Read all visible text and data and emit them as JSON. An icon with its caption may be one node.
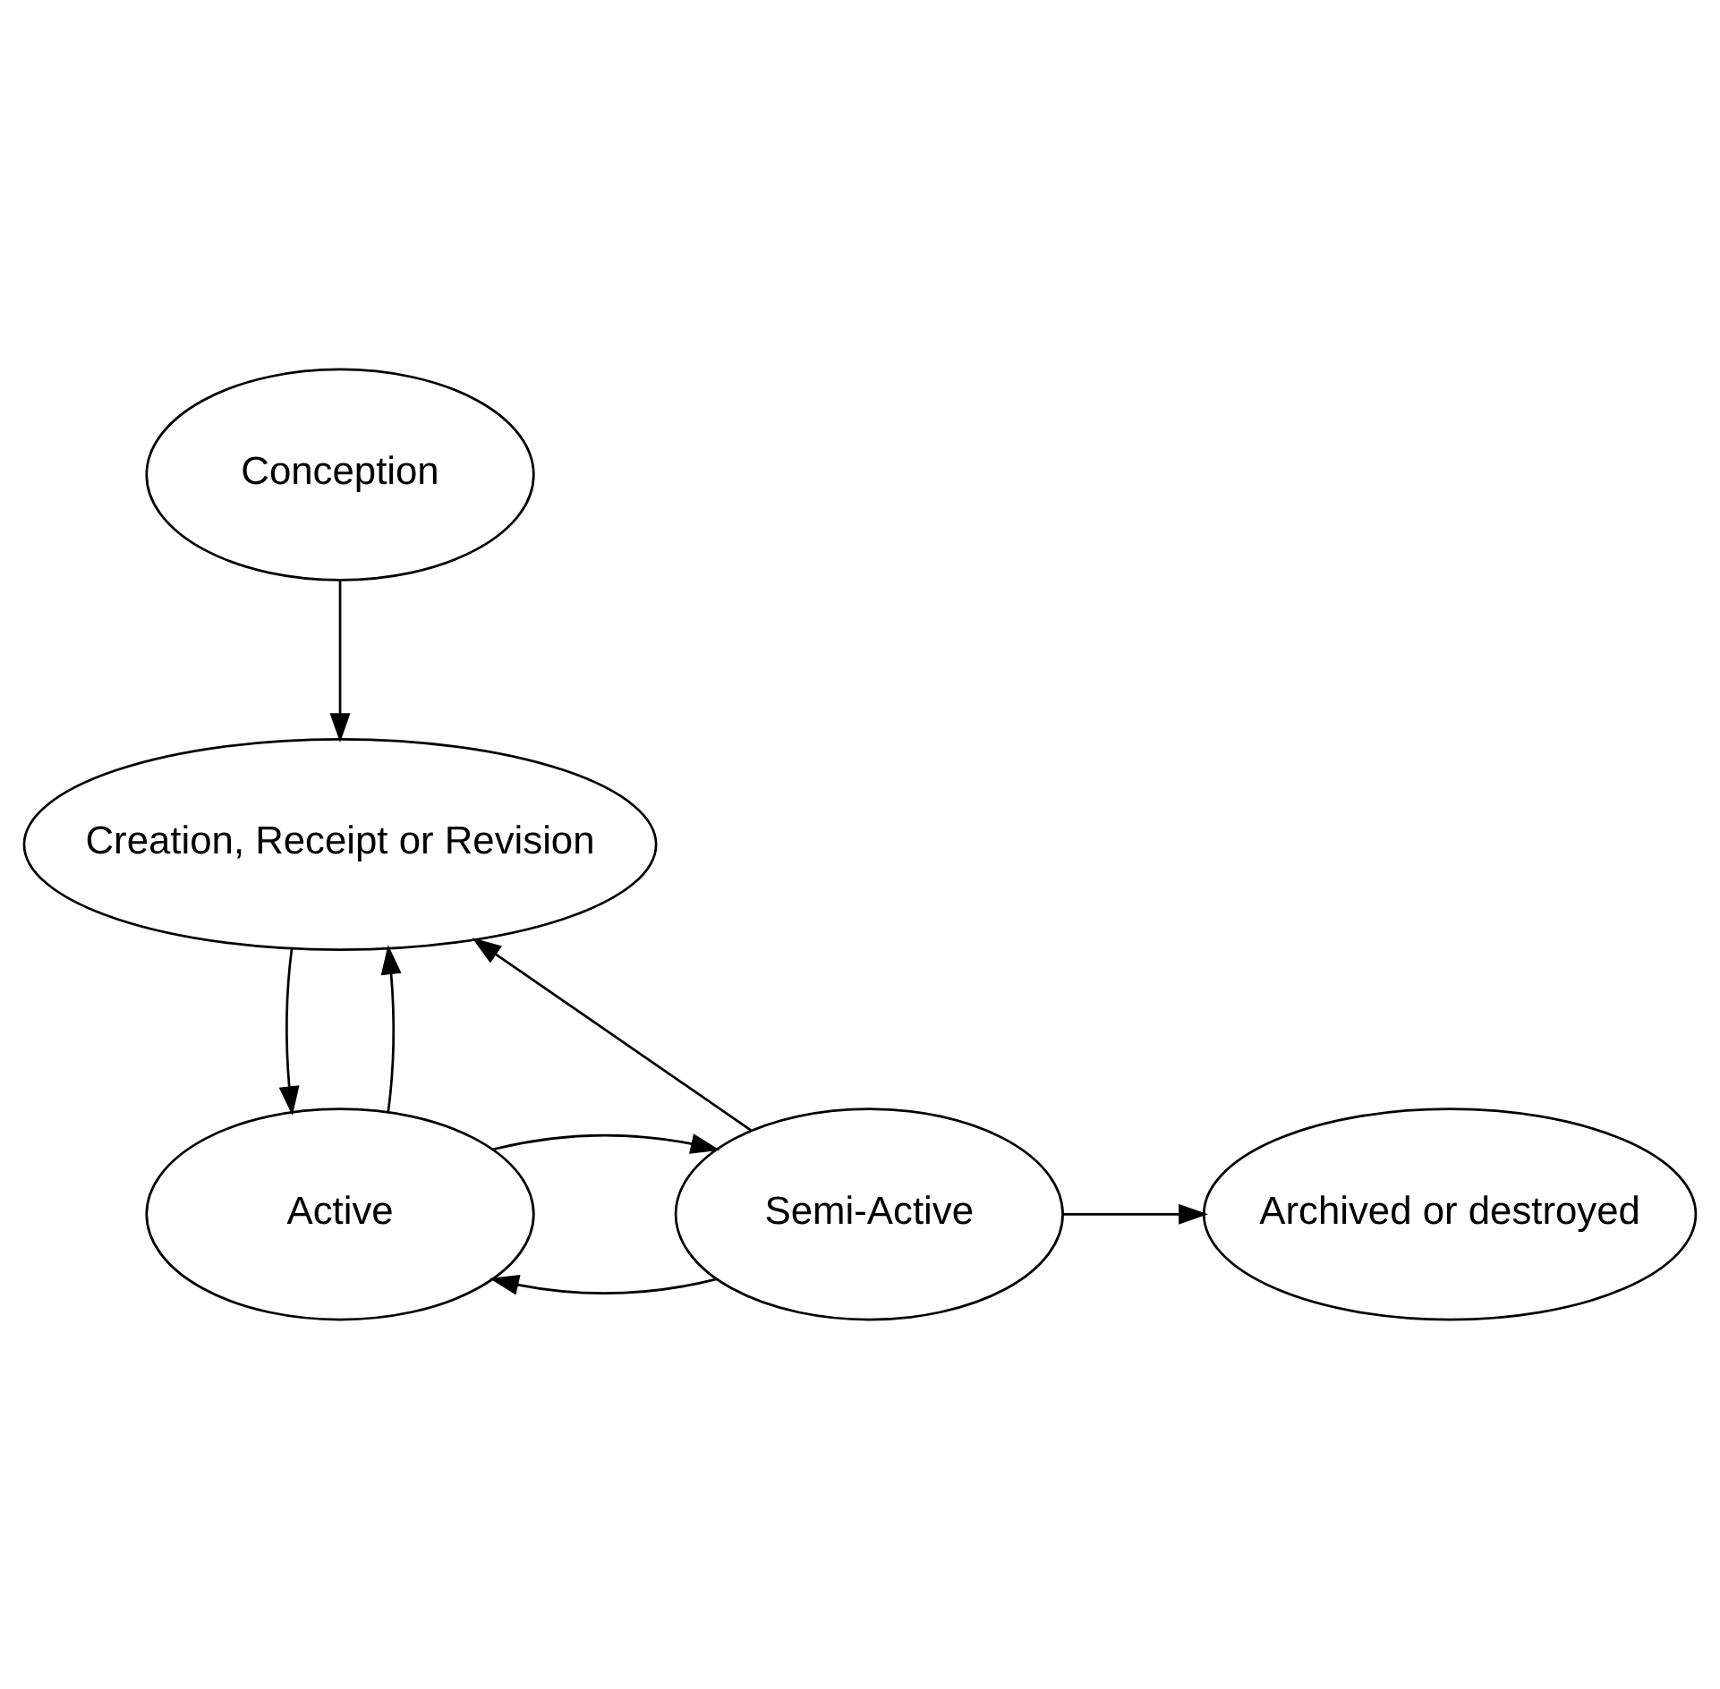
{
  "diagram": {
    "nodes": [
      {
        "text": [
          "Conception"
        ]
      },
      {
        "text": [
          "Creation, Receipt or Revision"
        ]
      },
      {
        "text": [
          "Active"
        ]
      },
      {
        "text": [
          "Semi-Active"
        ]
      },
      {
        "text": [
          "Archived or destroyed"
        ]
      }
    ],
    "edges": [
      {
        "from": 0,
        "to": 1,
        "arrow": "to"
      },
      {
        "from": 2,
        "to": 1,
        "arrow": "to"
      },
      {
        "from": 1,
        "to": 2,
        "arrow": "to"
      },
      {
        "from": 3,
        "to": 2,
        "arrow": "to"
      },
      {
        "from": 3,
        "to": 1,
        "arrow": "to"
      },
      {
        "from": 2,
        "to": 3,
        "arrow": "to"
      },
      {
        "from": 3,
        "to": 4,
        "arrow": "to"
      }
    ]
  }
}
